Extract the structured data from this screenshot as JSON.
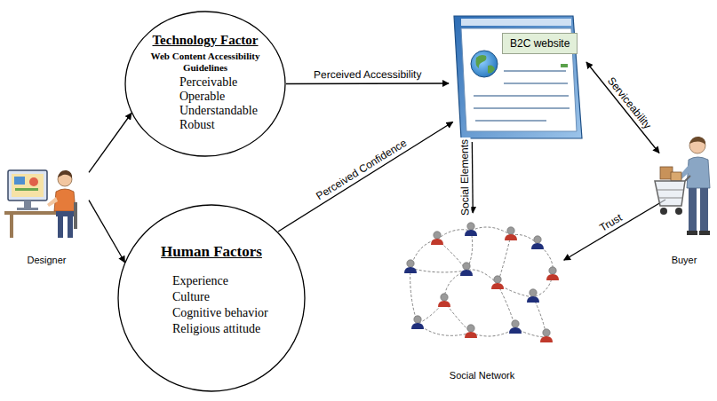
{
  "diagram": {
    "nodes": [
      {
        "text": [
          "Designer"
        ]
      },
      {
        "text": [
          "Technology Factor",
          "Web Content Accessibility Guidelines",
          "Perceivable",
          "Operable",
          "Understandable",
          "Robust"
        ]
      },
      {
        "text": [
          "Human Factors",
          "Experience",
          "Culture",
          "Cognitive behavior",
          "Religious attitude"
        ]
      },
      {
        "text": [
          "B2C website"
        ]
      },
      {
        "text": [
          "Buyer"
        ]
      },
      {
        "text": [
          "Social Network"
        ]
      }
    ],
    "edges": [
      {
        "from": 0,
        "to": 1,
        "arrow": "to"
      },
      {
        "from": 0,
        "to": 2,
        "arrow": "to"
      },
      {
        "from": 1,
        "to": 3,
        "label": "Perceived Accessibility",
        "arrow": "to"
      },
      {
        "from": 2,
        "to": 3,
        "label": "Perceived Confidence",
        "arrow": "to"
      },
      {
        "from": 3,
        "to": 4,
        "label": "Serviceability",
        "arrow": "both"
      },
      {
        "from": 3,
        "to": 5,
        "label": "Social Elements",
        "arrow": "to"
      },
      {
        "from": 4,
        "to": 5,
        "label": "Trust",
        "arrow": "to"
      }
    ]
  }
}
